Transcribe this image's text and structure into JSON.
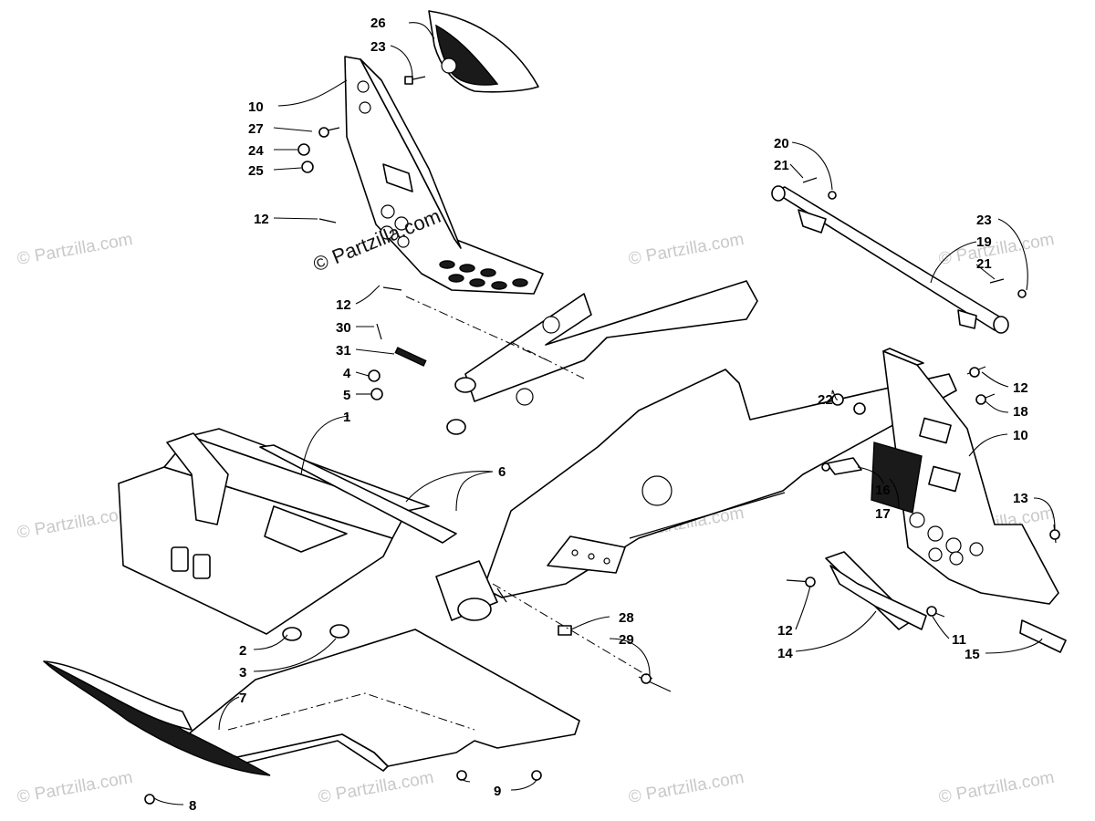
{
  "watermarks": {
    "site": "© Partzilla.com",
    "main": "© Partzilla.com"
  },
  "callouts": [
    {
      "id": "c26",
      "text": "26"
    },
    {
      "id": "c23a",
      "text": "23"
    },
    {
      "id": "c10a",
      "text": "10"
    },
    {
      "id": "c27",
      "text": "27"
    },
    {
      "id": "c24",
      "text": "24"
    },
    {
      "id": "c25",
      "text": "25"
    },
    {
      "id": "c12a",
      "text": "12"
    },
    {
      "id": "c12b",
      "text": "12"
    },
    {
      "id": "c30",
      "text": "30"
    },
    {
      "id": "c31",
      "text": "31"
    },
    {
      "id": "c4",
      "text": "4"
    },
    {
      "id": "c5",
      "text": "5"
    },
    {
      "id": "c1",
      "text": "1"
    },
    {
      "id": "c6",
      "text": "6"
    },
    {
      "id": "c2",
      "text": "2"
    },
    {
      "id": "c3",
      "text": "3"
    },
    {
      "id": "c7",
      "text": "7"
    },
    {
      "id": "c8",
      "text": "8"
    },
    {
      "id": "c9",
      "text": "9"
    },
    {
      "id": "c28",
      "text": "28"
    },
    {
      "id": "c29",
      "text": "29"
    },
    {
      "id": "c20",
      "text": "20"
    },
    {
      "id": "c21a",
      "text": "21"
    },
    {
      "id": "c23b",
      "text": "23"
    },
    {
      "id": "c19",
      "text": "19"
    },
    {
      "id": "c21b",
      "text": "21"
    },
    {
      "id": "c12c",
      "text": "12"
    },
    {
      "id": "c18",
      "text": "18"
    },
    {
      "id": "c22",
      "text": "22"
    },
    {
      "id": "c10b",
      "text": "10"
    },
    {
      "id": "c16",
      "text": "16"
    },
    {
      "id": "c17",
      "text": "17"
    },
    {
      "id": "c13",
      "text": "13"
    },
    {
      "id": "c12d",
      "text": "12"
    },
    {
      "id": "c14",
      "text": "14"
    },
    {
      "id": "c11",
      "text": "11"
    },
    {
      "id": "c15",
      "text": "15"
    }
  ]
}
